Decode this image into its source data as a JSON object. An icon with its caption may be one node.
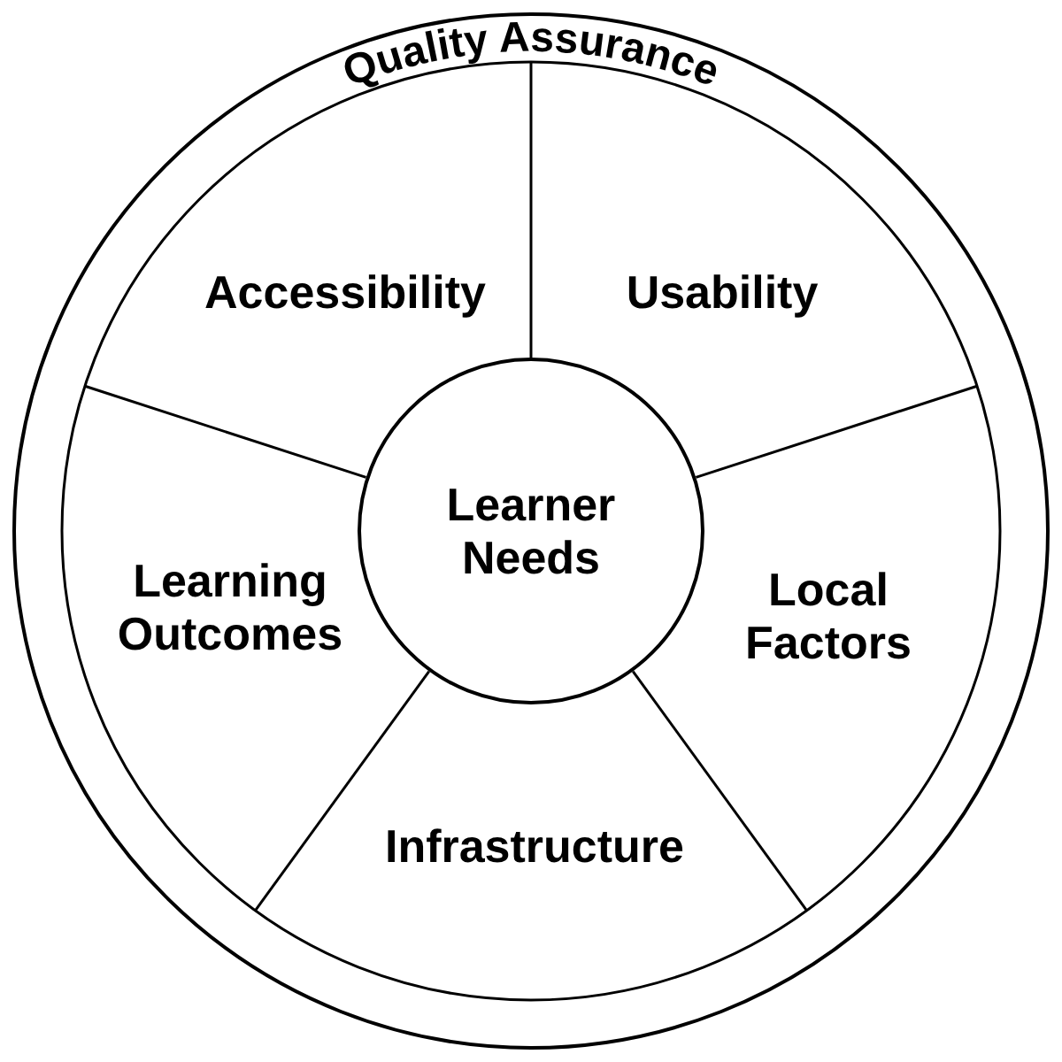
{
  "diagram": {
    "nodes": [
      {
        "text": [
          "Quality Assurance"
        ]
      },
      {
        "text": [
          "Accessibility"
        ],
        "in": 0
      },
      {
        "text": [
          "Usability"
        ],
        "in": 0
      },
      {
        "text": [
          "Learner Needs"
        ],
        "in": 0
      },
      {
        "text": [
          "Learning Outcomes"
        ],
        "in": 0
      },
      {
        "text": [
          "Local Factors"
        ],
        "in": 0
      },
      {
        "text": [
          "Infrastructure"
        ],
        "in": 0
      }
    ]
  }
}
